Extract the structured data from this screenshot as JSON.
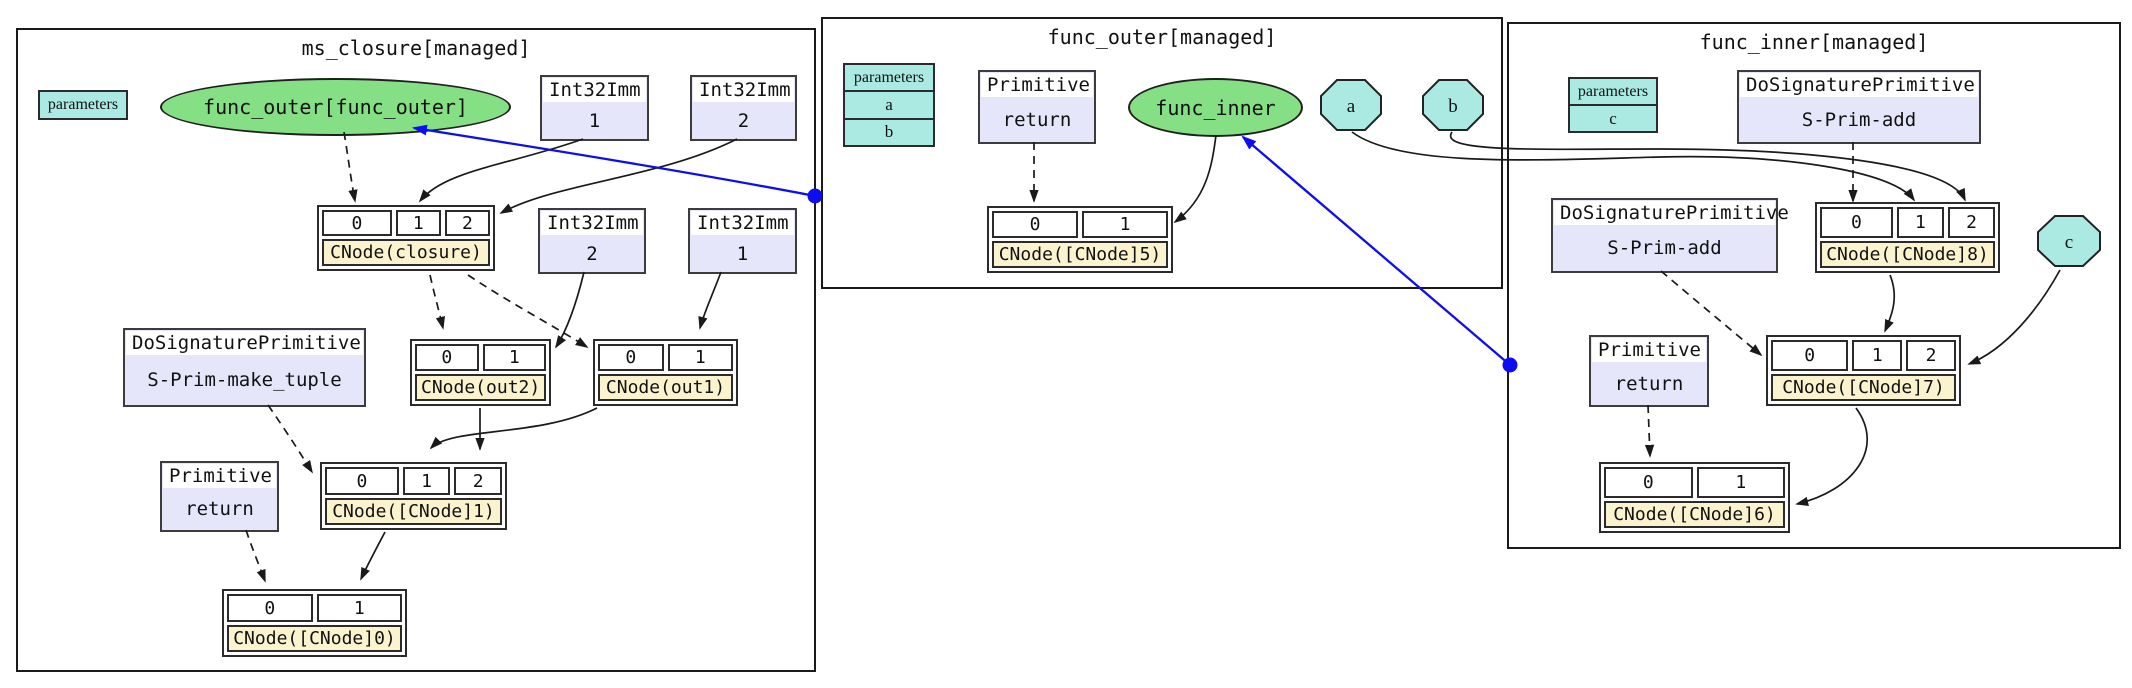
{
  "colors": {
    "node-green": "#85E085",
    "lavender": "#E6E6FA",
    "cyan": "#AAEAE2",
    "record-label": "#FBF3CE",
    "edge-blue": "#0D0DF0"
  },
  "clusters": {
    "ms_closure": {
      "title": "ms_closure[managed]"
    },
    "func_outer": {
      "title": "func_outer[managed]"
    },
    "func_inner": {
      "title": "func_inner[managed]"
    }
  },
  "nodes": {
    "ms_parameters": {
      "label": "parameters"
    },
    "ms_ellipse": {
      "label": "func_outer[func_outer]"
    },
    "imm_top_1": {
      "type": "Int32Imm",
      "value": "1"
    },
    "imm_top_2": {
      "type": "Int32Imm",
      "value": "2"
    },
    "cnode_closure": {
      "cells": [
        "0",
        "1",
        "2"
      ],
      "label": "CNode(closure)"
    },
    "imm_mid_2": {
      "type": "Int32Imm",
      "value": "2"
    },
    "imm_mid_1": {
      "type": "Int32Imm",
      "value": "1"
    },
    "make_tuple": {
      "row1": "DoSignaturePrimitive",
      "row2": "S-Prim-make_tuple"
    },
    "cnode_out2": {
      "cells": [
        "0",
        "1"
      ],
      "label": "CNode(out2)"
    },
    "cnode_out1": {
      "cells": [
        "0",
        "1"
      ],
      "label": "CNode(out1)"
    },
    "ms_return": {
      "row1": "Primitive",
      "row2": "return"
    },
    "cnode_1": {
      "cells": [
        "0",
        "1",
        "2"
      ],
      "label": "CNode([CNode]1)"
    },
    "cnode_0": {
      "cells": [
        "0",
        "1"
      ],
      "label": "CNode([CNode]0)"
    },
    "fo_parameters": {
      "header": "parameters",
      "rows": [
        "a",
        "b"
      ]
    },
    "fo_return": {
      "row1": "Primitive",
      "row2": "return"
    },
    "fo_ellipse": {
      "label": "func_inner"
    },
    "oct_a": {
      "label": "a"
    },
    "oct_b": {
      "label": "b"
    },
    "cnode_5": {
      "cells": [
        "0",
        "1"
      ],
      "label": "CNode([CNode]5)"
    },
    "fi_parameters": {
      "header": "parameters",
      "rows": [
        "c"
      ]
    },
    "fi_add_top": {
      "row1": "DoSignaturePrimitive",
      "row2": "S-Prim-add"
    },
    "fi_add_left": {
      "row1": "DoSignaturePrimitive",
      "row2": "S-Prim-add"
    },
    "cnode_8": {
      "cells": [
        "0",
        "1",
        "2"
      ],
      "label": "CNode([CNode]8)"
    },
    "oct_c": {
      "label": "c"
    },
    "fi_return": {
      "row1": "Primitive",
      "row2": "return"
    },
    "cnode_7": {
      "cells": [
        "0",
        "1",
        "2"
      ],
      "label": "CNode([CNode]7)"
    },
    "cnode_6": {
      "cells": [
        "0",
        "1"
      ],
      "label": "CNode([CNode]6)"
    }
  }
}
